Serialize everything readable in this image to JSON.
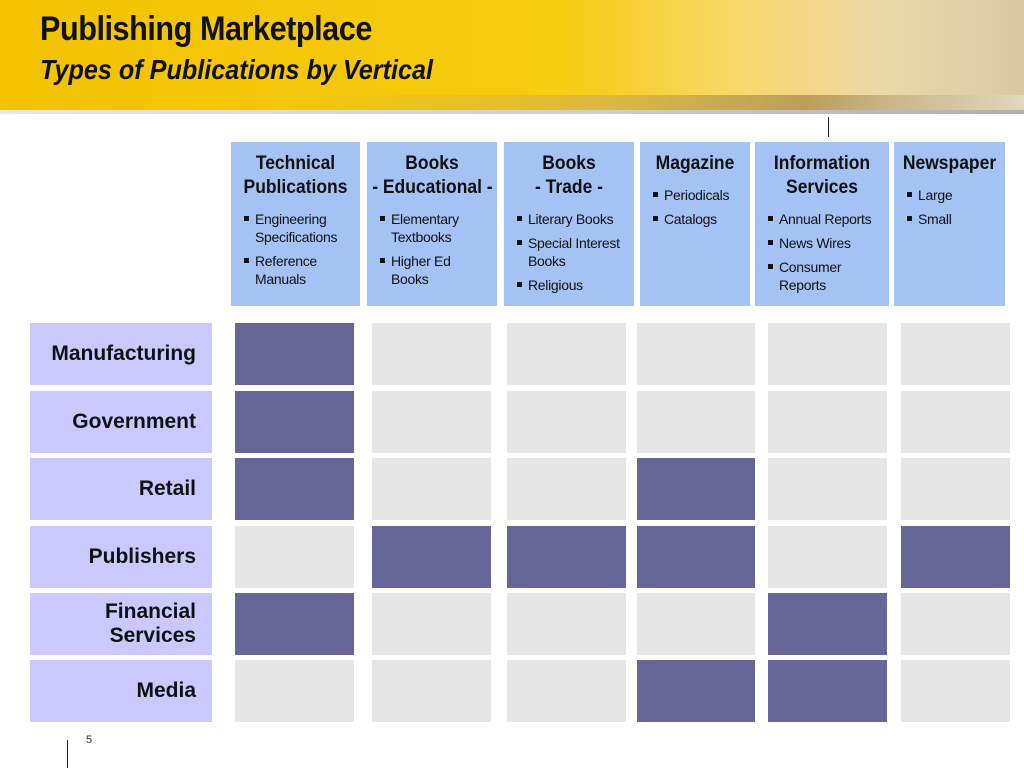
{
  "header": {
    "title": "Publishing Marketplace",
    "subtitle": "Types of Publications by Vertical"
  },
  "page_number": "5",
  "columns": [
    {
      "title_line1": "Technical",
      "title_line2": "Publications",
      "bullets": [
        "Engineering Specifications",
        "Reference Manuals"
      ]
    },
    {
      "title_line1": "Books",
      "title_line2": "- Educational -",
      "bullets": [
        "Elementary Textbooks",
        "Higher Ed Books"
      ]
    },
    {
      "title_line1": "Books",
      "title_line2": "- Trade -",
      "bullets": [
        "Literary Books",
        "Special Interest Books",
        "Religious"
      ]
    },
    {
      "title_line1": "Magazine",
      "title_line2": "",
      "bullets": [
        "Periodicals",
        "Catalogs"
      ]
    },
    {
      "title_line1": "Information",
      "title_line2": "Services",
      "bullets": [
        "Annual Reports",
        "News Wires",
        "Consumer Reports"
      ]
    },
    {
      "title_line1": "Newspaper",
      "title_line2": "",
      "bullets": [
        "Large",
        "Small"
      ]
    }
  ],
  "rows": [
    {
      "label": "Manufacturing",
      "cells": [
        1,
        0,
        0,
        0,
        0,
        0
      ]
    },
    {
      "label": "Government",
      "cells": [
        1,
        0,
        0,
        0,
        0,
        0
      ]
    },
    {
      "label": "Retail",
      "cells": [
        1,
        0,
        0,
        1,
        0,
        0
      ]
    },
    {
      "label": "Publishers",
      "cells": [
        0,
        1,
        1,
        1,
        0,
        1
      ]
    },
    {
      "label": "Financial Services",
      "cells": [
        1,
        0,
        0,
        0,
        1,
        0
      ]
    },
    {
      "label": "Media",
      "cells": [
        0,
        0,
        0,
        1,
        1,
        0
      ]
    }
  ],
  "colors": {
    "header_bg": "#a4c2f4",
    "row_label_bg": "#c9c9ff",
    "filled_cell": "#676699",
    "empty_cell": "#e6e6e6",
    "banner": "#f2c200"
  }
}
